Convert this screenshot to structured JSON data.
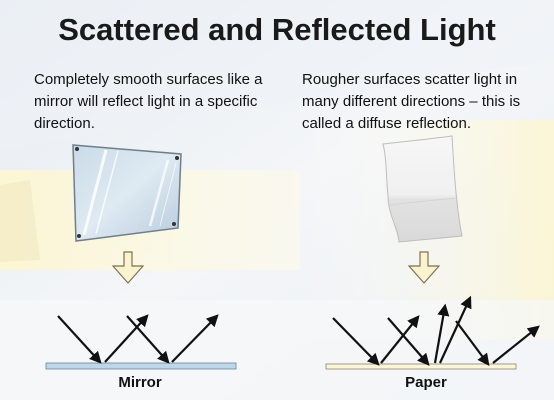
{
  "title": "Scattered and Reflected Light",
  "left_panel": {
    "description": "Completely smooth surfaces like a mirror will reflect light in a specific direction.",
    "surface_label": "Mirror"
  },
  "right_panel": {
    "description": "Rougher surfaces scatter light in many different directions – this is called a diffuse reflection.",
    "surface_label": "Paper"
  },
  "colors": {
    "mirror_surface": "#bcd7e9",
    "paper_surface": "#fbf5da",
    "arrow_icon_fill": "#fbf3cf",
    "arrow_icon_stroke": "#7a7352",
    "ray": "#111111",
    "light_beam": "#fdf6cf"
  },
  "icons": [
    "mirror-icon",
    "paper-sheet-icon",
    "down-arrow-icon"
  ]
}
